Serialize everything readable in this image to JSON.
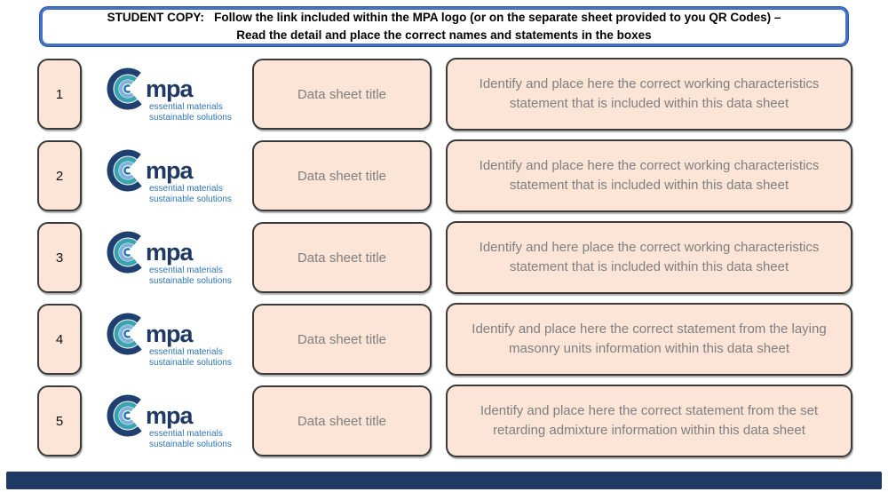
{
  "header": {
    "line1": "STUDENT COPY:   Follow the link included within the MPA logo (or on the separate sheet provided to you QR Codes) –",
    "line2": "Read the detail and place the correct names and statements in the boxes"
  },
  "logo": {
    "name": "mpa",
    "tagline1": "essential materials",
    "tagline2": "sustainable solutions"
  },
  "rows": [
    {
      "number": "1",
      "title": "Data sheet title",
      "statement": "Identify and place here the correct working characteristics statement that is included within this data sheet"
    },
    {
      "number": "2",
      "title": "Data sheet title",
      "statement": "Identify and place here the correct working characteristics statement that is included within this data sheet"
    },
    {
      "number": "3",
      "title": "Data sheet title",
      "statement": "Identify and here place the correct working characteristics statement that is included within this data sheet"
    },
    {
      "number": "4",
      "title": "Data sheet title",
      "statement": "Identify and place here the correct statement from the laying masonry units information within this data sheet"
    },
    {
      "number": "5",
      "title": "Data sheet title",
      "statement": "Identify and place here the correct statement from the set retarding admixture information within this data sheet"
    }
  ],
  "colors": {
    "box_fill": "#fce4d6",
    "box_border": "#3a3a3a",
    "header_border": "#4472c4",
    "body_text_gray": "#7f7f7f",
    "footer_bar_navy": "#1f3864",
    "logo_navy": "#1e3f6f",
    "logo_teal": "#3aa3ad",
    "logo_blue": "#2e75b6",
    "logo_light_blue": "#7fb2d9"
  }
}
